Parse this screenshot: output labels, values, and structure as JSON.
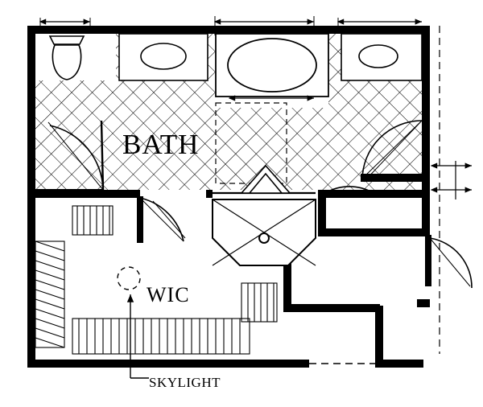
{
  "drawing": {
    "type": "architectural-floor-plan",
    "title": "Master Bath and Walk-In Closet Floor Plan",
    "background_color": "#ffffff",
    "line_color": "#000000",
    "wall_fill": "#000000",
    "hatch_pattern": "diagonal-crosshatch-tile"
  },
  "rooms": [
    {
      "id": "bath",
      "label": "BATH",
      "floor": "tile-crosshatch"
    },
    {
      "id": "wic",
      "label": "WIC",
      "floor": "plain"
    }
  ],
  "annotations": [
    {
      "id": "skylight",
      "label": "SKYLIGHT",
      "leader": "arrow-up-to-dashed-circle"
    }
  ],
  "fixtures": [
    {
      "name": "toilet",
      "position": "top-left"
    },
    {
      "name": "vanity-sink-left",
      "position": "top-center-left"
    },
    {
      "name": "garden-tub",
      "position": "top-center"
    },
    {
      "name": "vanity-sink-right",
      "position": "top-right"
    },
    {
      "name": "corner-shower",
      "position": "center"
    },
    {
      "name": "closet-shelving",
      "position": "lower-left"
    },
    {
      "name": "closet-shelving-right",
      "position": "lower-right"
    }
  ],
  "doors": [
    {
      "name": "door-bath-toilet-swing",
      "type": "arc-swing"
    },
    {
      "name": "door-bath-entry-swing",
      "type": "arc-swing"
    },
    {
      "name": "door-wic-entry-swing",
      "type": "arc-swing"
    },
    {
      "name": "door-right-upper-swing",
      "type": "arc-swing"
    },
    {
      "name": "door-right-lower-swing",
      "type": "arc-swing"
    },
    {
      "name": "door-linen-swing",
      "type": "arc-swing"
    }
  ],
  "dimension_lines": [
    {
      "name": "dim-top-left",
      "style": "arrow-both-ends"
    },
    {
      "name": "dim-top-center",
      "style": "arrow-both-ends"
    },
    {
      "name": "dim-top-right",
      "style": "arrow-both-ends"
    },
    {
      "name": "dim-tub-below",
      "style": "arrow-both-ends"
    },
    {
      "name": "dim-right-side",
      "style": "arrow-both-ends"
    }
  ]
}
